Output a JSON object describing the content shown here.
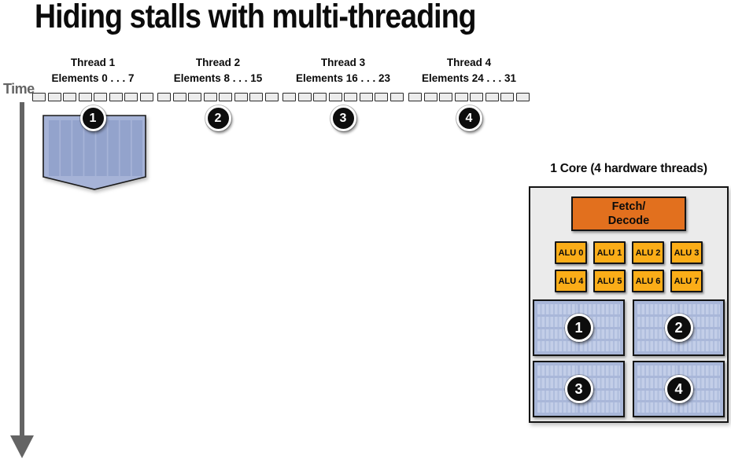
{
  "title": "Hiding stalls with multi-threading",
  "time_label": "Time",
  "threads": [
    {
      "name": "Thread 1",
      "elements": "Elements 0 . . . 7",
      "badge": "1"
    },
    {
      "name": "Thread 2",
      "elements": "Elements 8 . . . 15",
      "badge": "2"
    },
    {
      "name": "Thread 3",
      "elements": "Elements 16 . . . 23",
      "badge": "3"
    },
    {
      "name": "Thread 4",
      "elements": "Elements 24 . . . 31",
      "badge": "4"
    }
  ],
  "core": {
    "title": "1 Core (4 hardware threads)",
    "fetch_line1": "Fetch/",
    "fetch_line2": "Decode",
    "alus": [
      "ALU 0",
      "ALU 1",
      "ALU 2",
      "ALU 3",
      "ALU 4",
      "ALU 5",
      "ALU 6",
      "ALU 7"
    ],
    "contexts": [
      "1",
      "2",
      "3",
      "4"
    ]
  },
  "colors": {
    "fetch_decode_orange": "#e2701e",
    "alu_amber": "#fbad18",
    "context_blue": "#a9b7d9",
    "run_block_blue": "#a6b3d7",
    "run_block_stripe": "#93a3cc",
    "core_panel_gray": "#ebebeb",
    "time_gray": "#646464",
    "badge_black": "#0d0d0d"
  }
}
